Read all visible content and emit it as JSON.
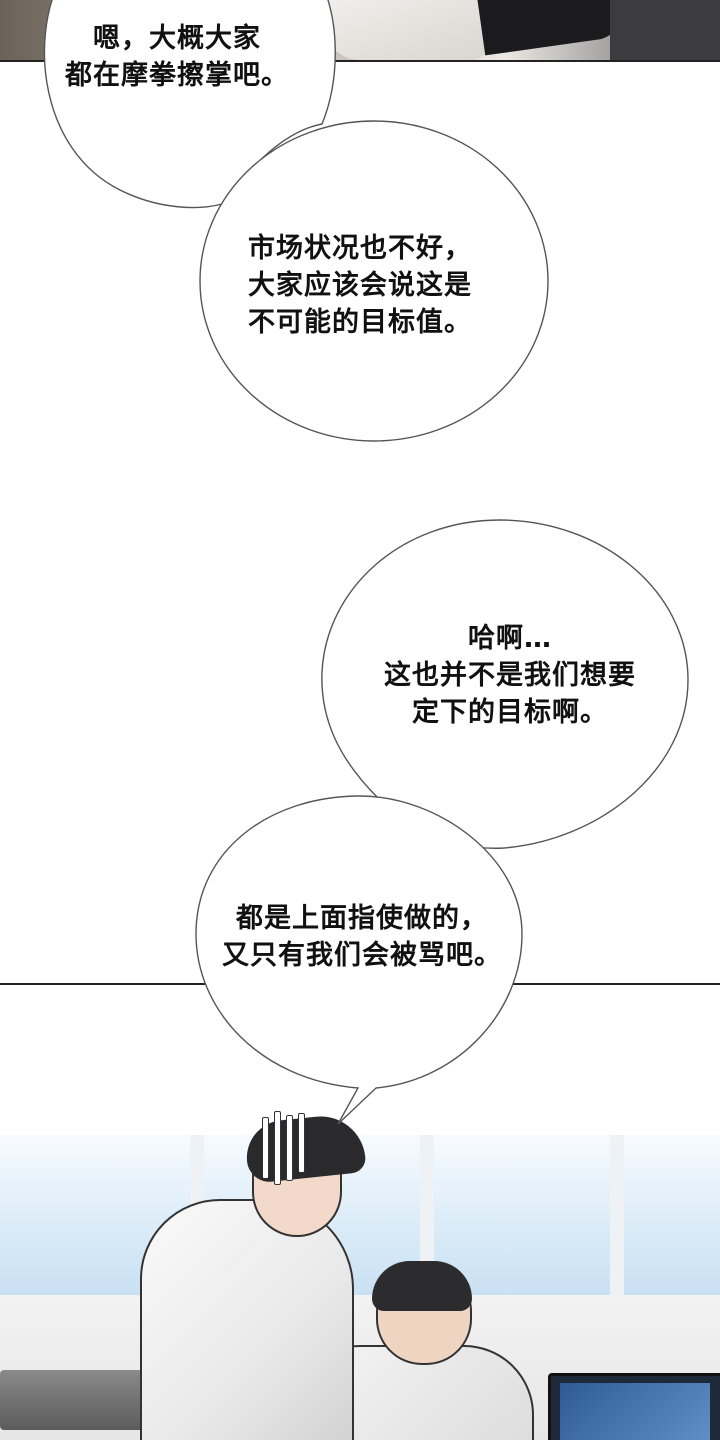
{
  "bubbles": [
    {
      "lines": [
        "嗯，大概大家",
        "都在摩拳擦掌吧。"
      ]
    },
    {
      "lines": [
        "市场状况也不好，",
        "大家应该会说这是",
        "不可能的目标值。"
      ]
    },
    {
      "lines": [
        "哈啊…",
        "这也并不是我们想要",
        "定下的目标啊。"
      ]
    },
    {
      "lines": [
        "都是上面指使做的，",
        "又只有我们会被骂吧。"
      ]
    }
  ],
  "colors": {
    "background": "#ffffff",
    "outline": "#555555",
    "text": "#111111",
    "window_sky": "#c9e1f3"
  },
  "illustration": {
    "top_panel": "office-scene-fragment",
    "bottom_panel": "two-office-workers-at-desk",
    "gloom_lines_icon": "gloom-lines-icon"
  }
}
